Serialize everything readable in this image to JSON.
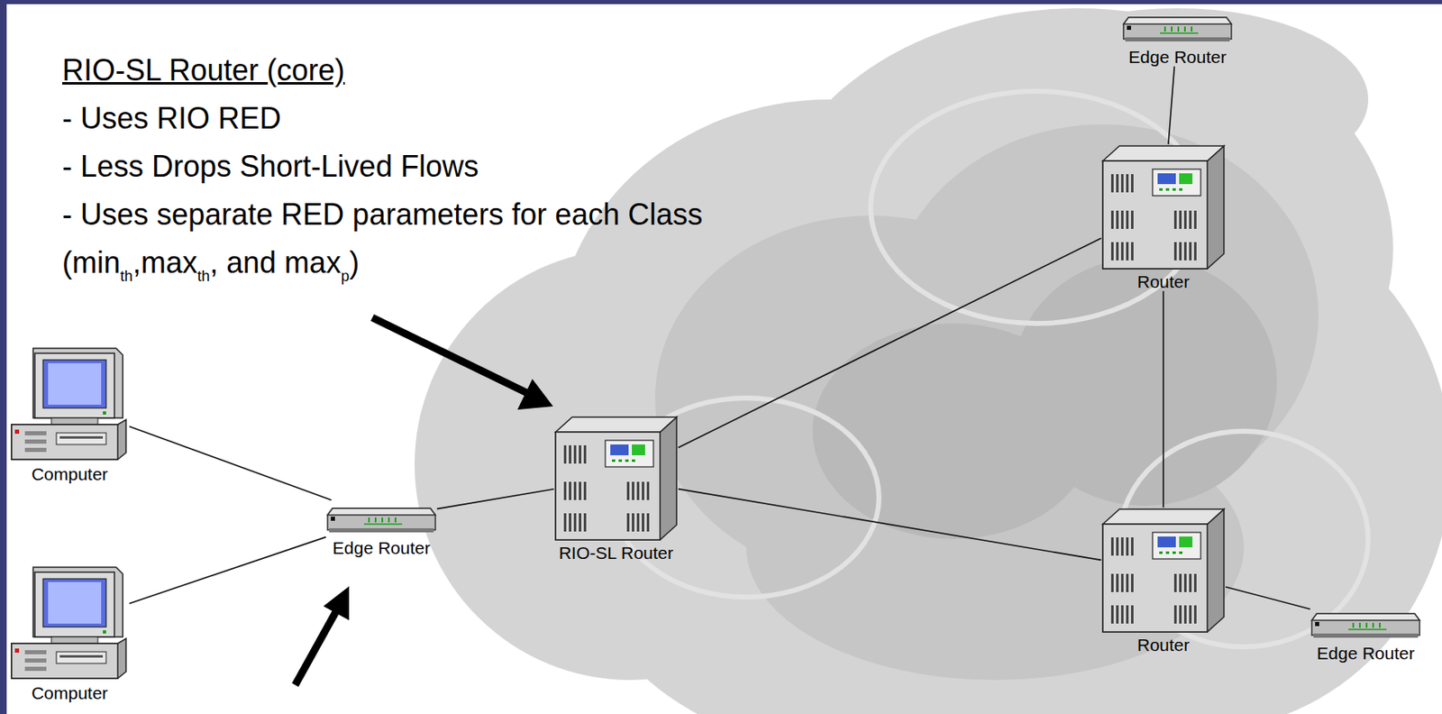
{
  "diagram": {
    "nodes": [
      {
        "text": [
          "Edge Router"
        ]
      },
      {
        "text": [
          "Router"
        ]
      },
      {
        "text": [
          "Computer"
        ]
      },
      {
        "text": [
          "Edge Router"
        ]
      },
      {
        "text": [
          "RIO-SL Router"
        ]
      },
      {
        "text": [
          "Computer"
        ]
      },
      {
        "text": [
          "Router"
        ]
      },
      {
        "text": [
          "Edge Router"
        ]
      }
    ],
    "edges": [
      {
        "from": 2,
        "to": 3,
        "arrow": "none"
      },
      {
        "from": 5,
        "to": 3,
        "arrow": "none"
      },
      {
        "from": 3,
        "to": 4,
        "arrow": "none"
      },
      {
        "from": 4,
        "to": 1,
        "arrow": "none"
      },
      {
        "from": 4,
        "to": 6,
        "arrow": "none"
      },
      {
        "from": 1,
        "to": 0,
        "arrow": "none"
      },
      {
        "from": 1,
        "to": 6,
        "arrow": "none"
      },
      {
        "from": 6,
        "to": 7,
        "arrow": "none"
      }
    ],
    "labels": [
      "RIO-SL Router (core)",
      "- Uses RIO RED",
      "- Less Drops Short-Lived Flows",
      "- Uses separate RED parameters for each Class (min",
      "th",
      ",max",
      "th",
      ", and max",
      "p",
      ")"
    ]
  }
}
